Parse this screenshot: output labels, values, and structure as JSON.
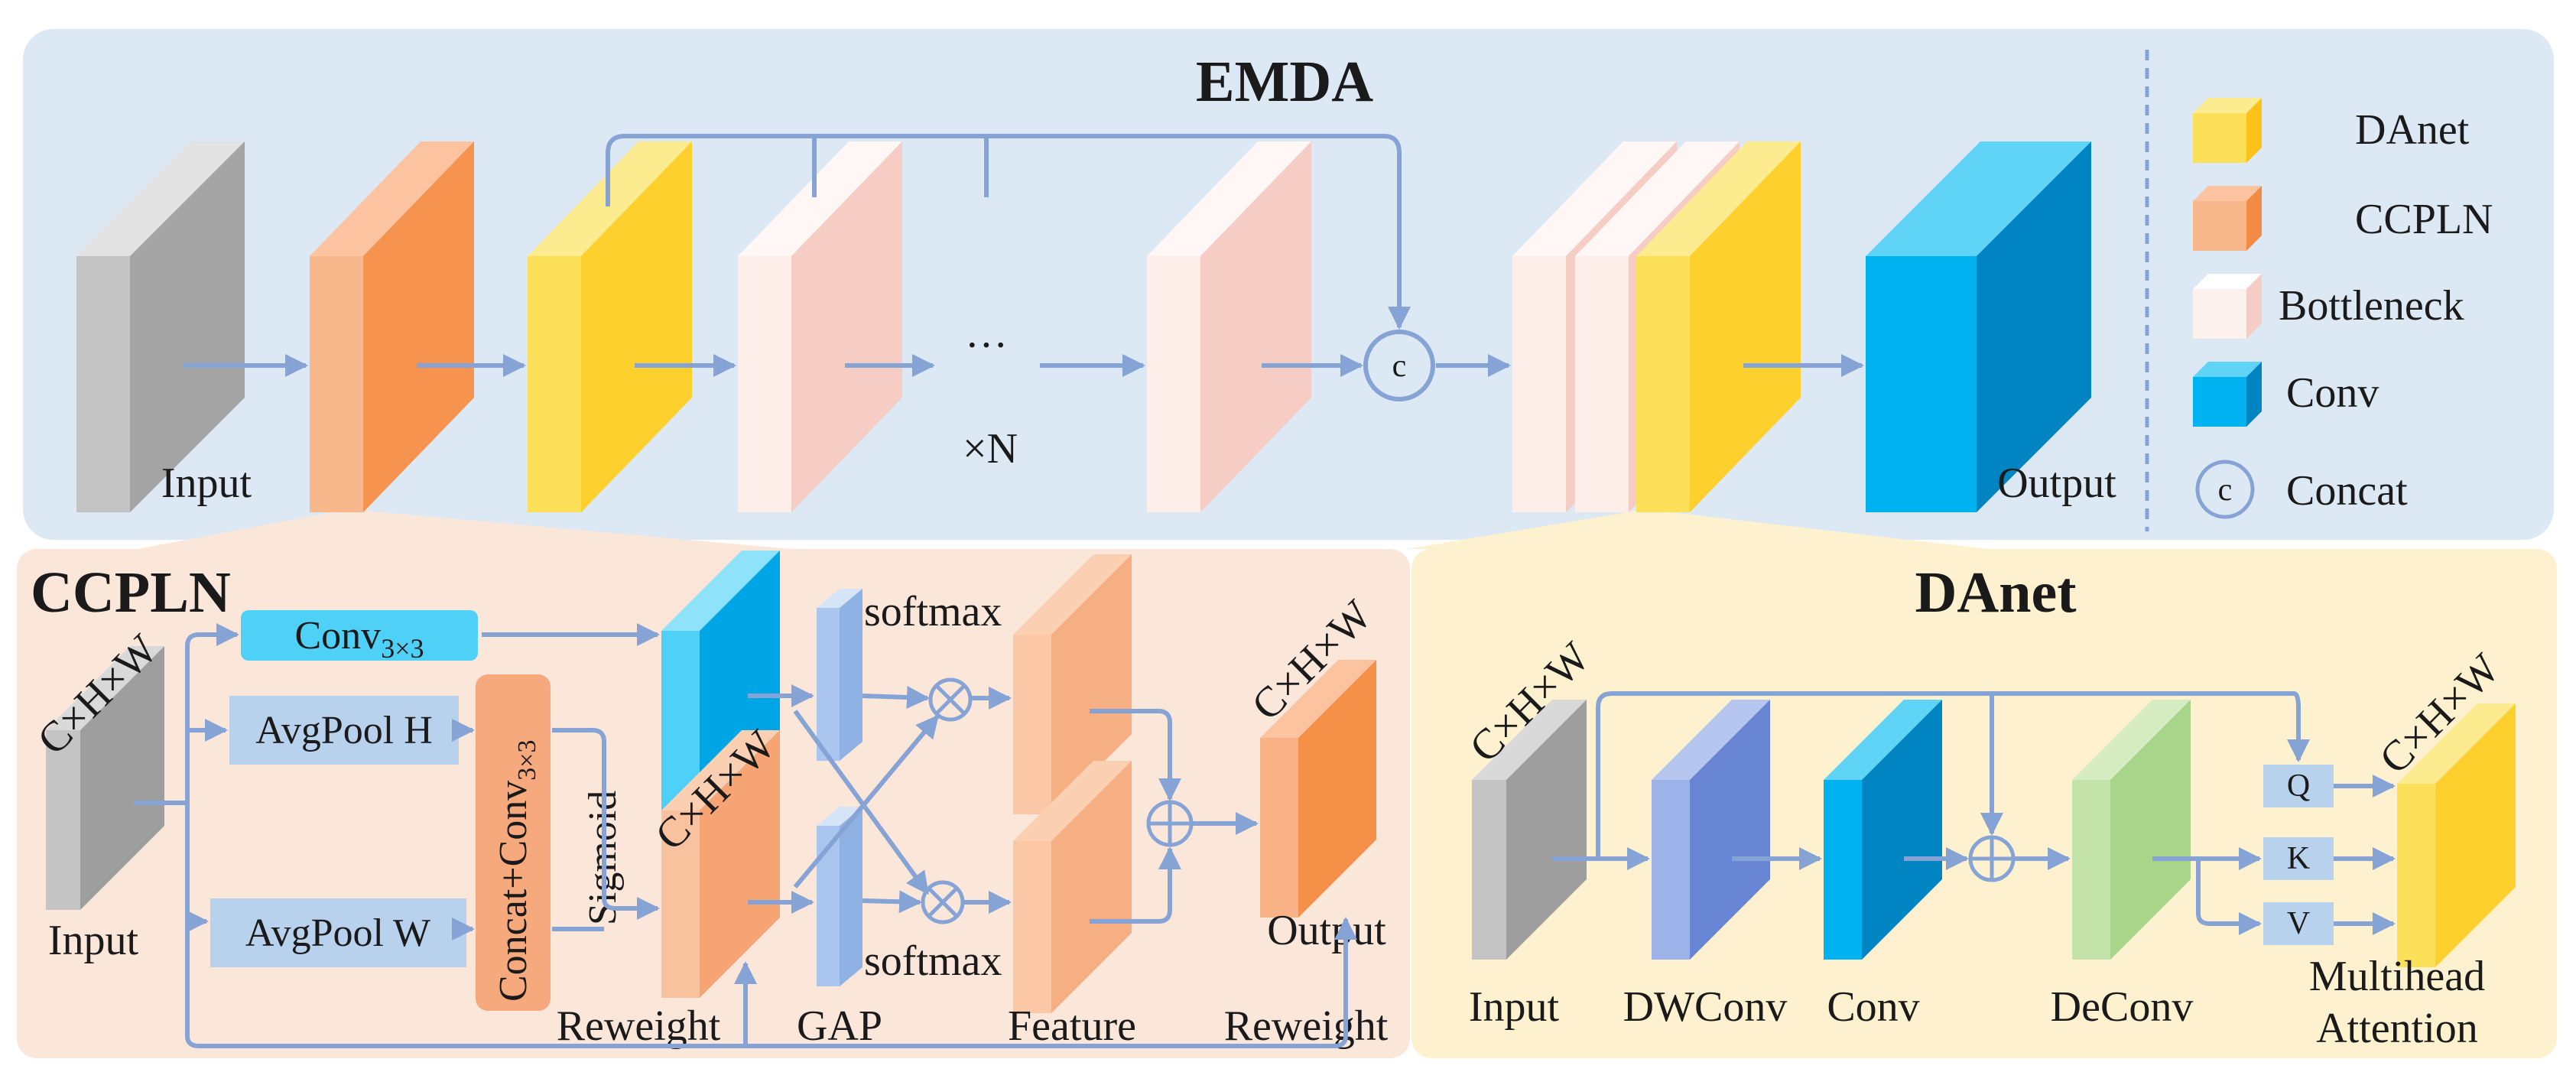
{
  "emda": {
    "title": "EMDA",
    "input_label": "Input",
    "output_label": "Output",
    "repeat_label": "×N",
    "ellipsis": "···",
    "concat_symbol": "c"
  },
  "legend": {
    "items": [
      {
        "label": "DAnet",
        "color": "#fdd835",
        "icon": "danet-block-icon"
      },
      {
        "label": "CCPLN",
        "color": "#f5934f",
        "icon": "ccpln-block-icon"
      },
      {
        "label": "Bottleneck",
        "color": "#fbe9e5",
        "icon": "bottleneck-block-icon"
      },
      {
        "label": "Conv",
        "color": "#00b2ef",
        "icon": "conv-block-icon"
      },
      {
        "label": "Concat",
        "color": "#7d9bd6",
        "icon": "concat-circle-icon"
      }
    ],
    "concat_symbol": "c"
  },
  "ccpln": {
    "title": "CCPLN",
    "dim_input": "C×H×W",
    "dim_mid": "C×H×W",
    "dim_output": "C×H×W",
    "conv_label": "Conv",
    "conv_sub": "3×3",
    "avgpool_h": "AvgPool H",
    "avgpool_w": "AvgPool W",
    "concat_conv": "Concat+Conv",
    "concat_conv_sub": "3×3",
    "sigmoid": "Sigmoid",
    "softmax_top": "softmax",
    "softmax_bottom": "softmax",
    "input_label": "Input",
    "reweight_label_1": "Reweight",
    "gap_label": "GAP",
    "feature_label": "Feature",
    "output_label": "Output",
    "reweight_label_2": "Reweight"
  },
  "danet": {
    "title": "DAnet",
    "dim_input": "C×H×W",
    "dim_output": "C×H×W",
    "input_label": "Input",
    "dwconv_label": "DWConv",
    "conv_label": "Conv",
    "deconv_label": "DeConv",
    "q_label": "Q",
    "k_label": "K",
    "v_label": "V",
    "multihead_line1": "Multihead",
    "multihead_line2": "Attention"
  },
  "colors": {
    "emda_bg": "#dde8f5",
    "ccpln_bg": "#fbe6da",
    "danet_bg": "#fdf1cf",
    "arrow": "#86a3d6",
    "yellow": "#fdd835",
    "orange": "#f5934f",
    "pink": "#f5cdc5",
    "blue": "#00b2ef",
    "gray": "#b5b5b5"
  }
}
